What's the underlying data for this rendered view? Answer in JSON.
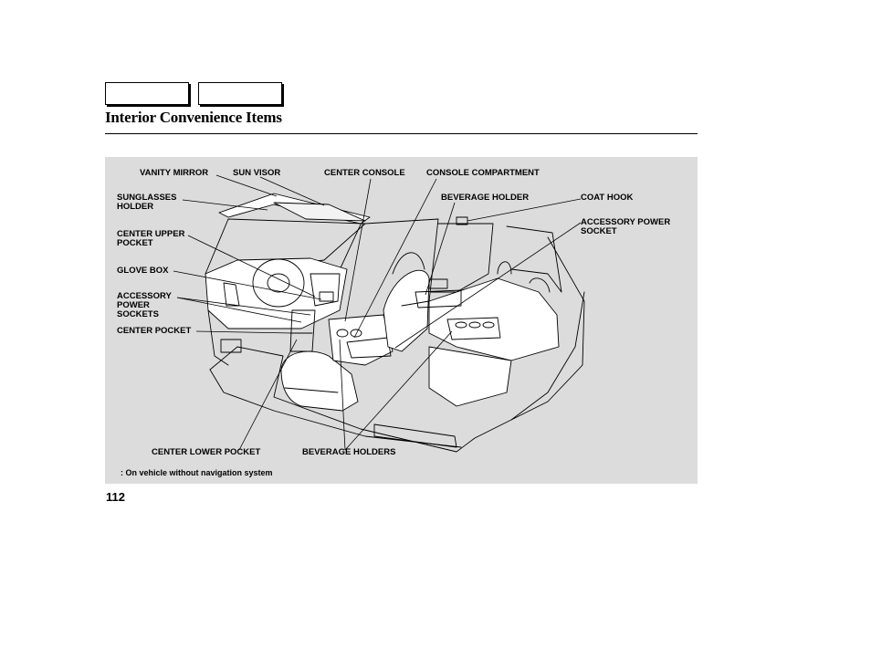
{
  "page": {
    "title": "Interior Convenience Items",
    "page_number": "112",
    "footnote": ":  On vehicle without navigation system"
  },
  "callouts": {
    "vanity_mirror": "VANITY MIRROR",
    "sun_visor": "SUN VISOR",
    "center_console": "CENTER CONSOLE",
    "console_compartment": "CONSOLE COMPARTMENT",
    "sunglasses_holder": "SUNGLASSES\nHOLDER",
    "beverage_holder": "BEVERAGE HOLDER",
    "coat_hook": "COAT HOOK",
    "accessory_power_socket": "ACCESSORY POWER\nSOCKET",
    "center_upper_pocket": "CENTER UPPER\nPOCKET",
    "glove_box": "GLOVE BOX",
    "accessory_power_sockets": "ACCESSORY\nPOWER\nSOCKETS",
    "center_pocket": "CENTER POCKET",
    "center_lower_pocket": "CENTER LOWER POCKET",
    "beverage_holders": "BEVERAGE HOLDERS"
  },
  "colors": {
    "panel_background": "#dcdcdc",
    "ink": "#000000"
  }
}
